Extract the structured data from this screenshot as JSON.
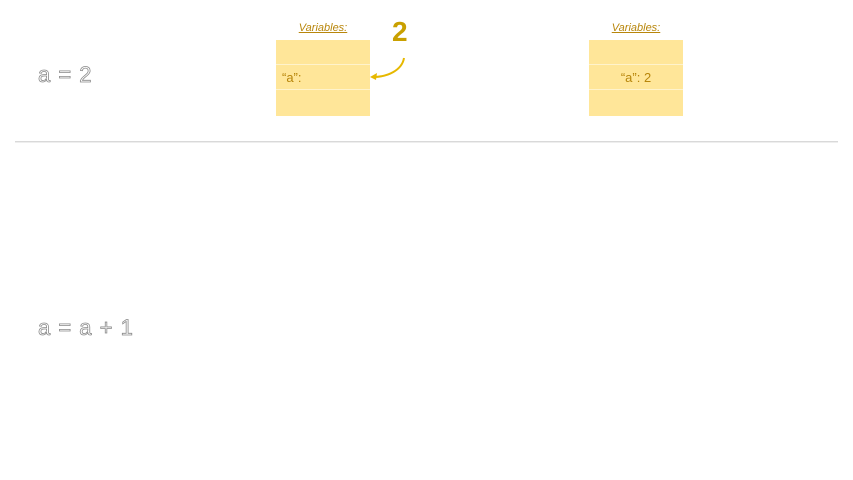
{
  "code": {
    "line1": "a = 2",
    "line2": "a = a + 1"
  },
  "variables_before": {
    "title": "Variables:",
    "rows": [
      "",
      "“a”:",
      ""
    ]
  },
  "assigned_value": "2",
  "variables_after": {
    "title": "Variables:",
    "rows": [
      "",
      "“a”: 2",
      ""
    ]
  },
  "colors": {
    "box_fill": "#ffe699",
    "accent": "#c9a000",
    "label_text": "#b8860b"
  },
  "icons": {
    "arrow": "curved-arrow-icon"
  }
}
